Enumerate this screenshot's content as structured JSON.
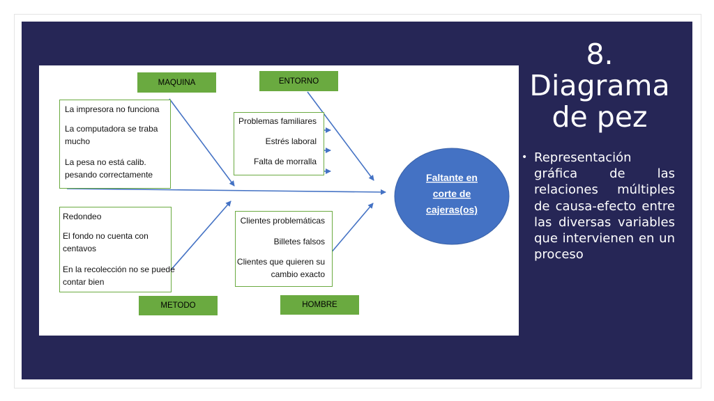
{
  "slide": {
    "title_lines": [
      "8.",
      "Diagrama",
      "de pez"
    ],
    "bullet": "Representación gráfica de las relaciones múltiples de causa-efecto entre las diversas variables que intervienen en un proceso"
  },
  "diagram": {
    "effect_lines": [
      "Faltante en",
      "corte de",
      "cajeras(os)"
    ],
    "categories": {
      "maquina": "MAQUINA",
      "entorno": "ENTORNO",
      "metodo": "METODO",
      "hombre": "HOMBRE"
    },
    "causes": {
      "maquina": [
        "La impresora no funciona",
        "La computadora se traba",
        "mucho",
        "La pesa no está calib.",
        "pesando correctamente"
      ],
      "entorno": [
        "Problemas familiares",
        "Estrés laboral",
        "Falta de morralla"
      ],
      "metodo": [
        "Redondeo",
        "El fondo no cuenta con",
        "centavos",
        "En la recolección no se puede",
        "contar bien"
      ],
      "hombre": [
        "Clientes problemáticas",
        "Billetes falsos",
        "Clientes que quieren su",
        "cambio exacto"
      ]
    },
    "colors": {
      "arrow": "#4472c4",
      "category_fill": "#6aaa40",
      "effect_fill": "#4472c4",
      "slide_bg": "#262656"
    }
  }
}
